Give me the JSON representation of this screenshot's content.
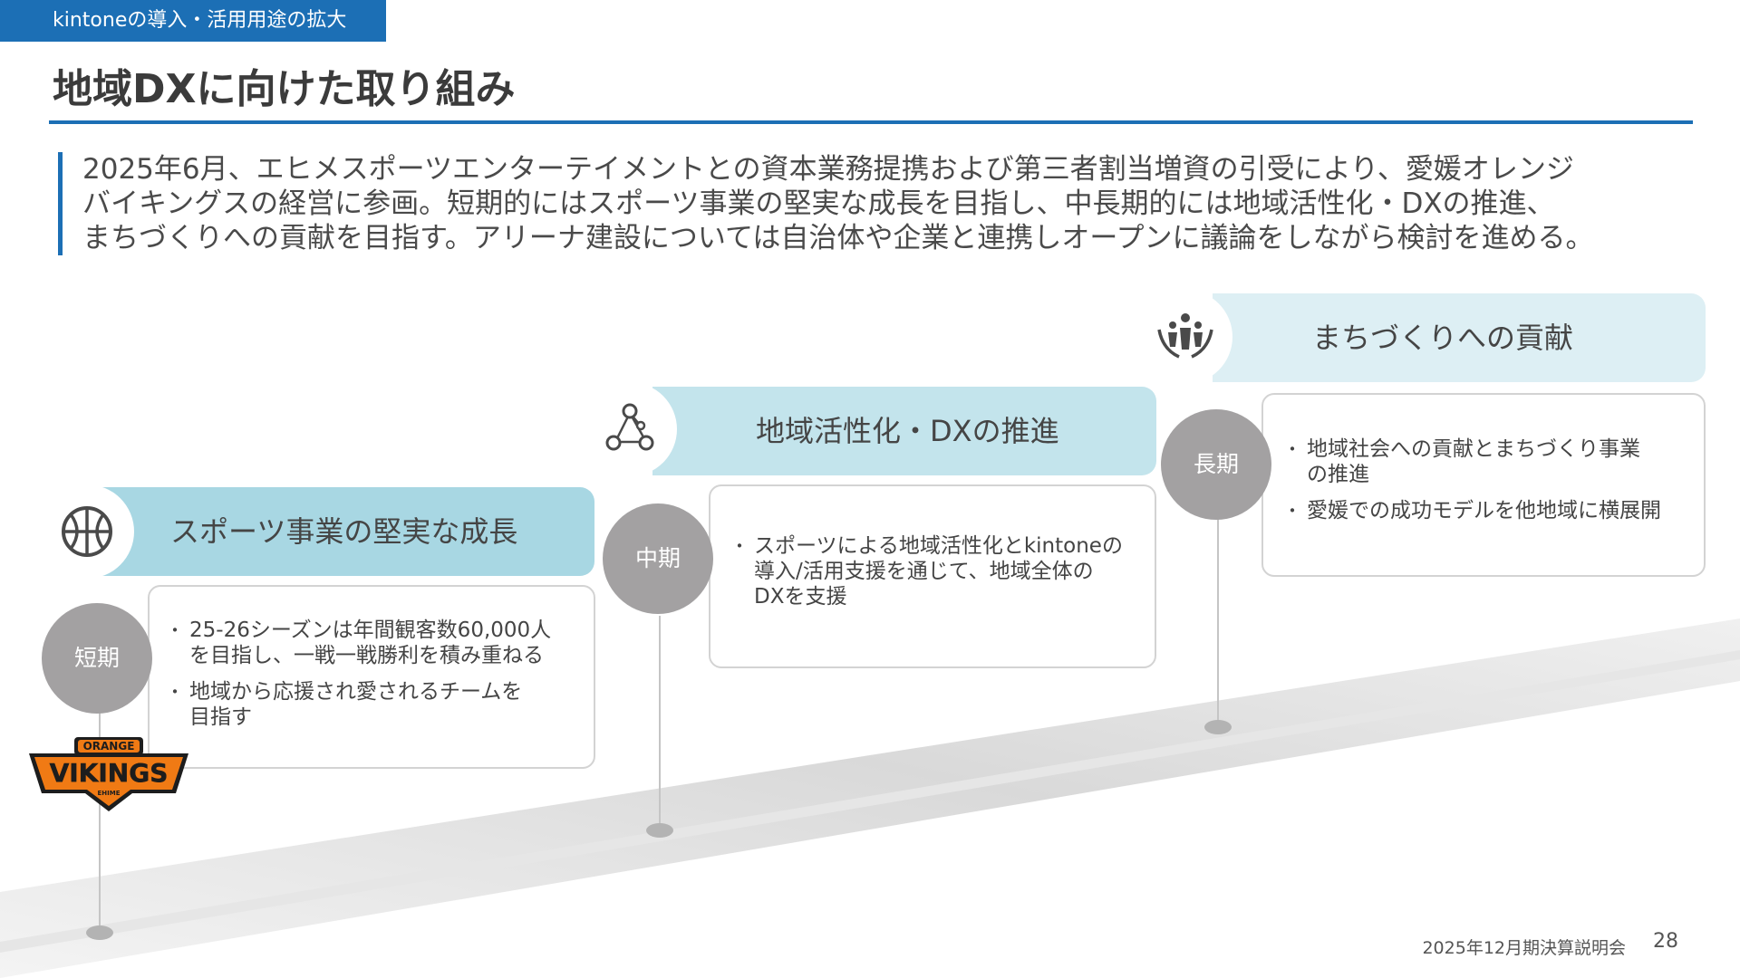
{
  "header": {
    "section_tag": "kintoneの導入・活用用途の拡大",
    "title": "地域DXに向けた取り組み"
  },
  "lead": {
    "lines": [
      "2025年6月、エヒメスポーツエンターテイメントとの資本業務提携および第三者割当増資の引受により、愛媛オレンジ",
      "バイキングスの経営に参画。短期的にはスポーツ事業の堅実な成長を目指し、中長期的には地域活性化・DXの推進、",
      "まちづくりへの貢献を目指す。アリーナ建設については自治体や企業と連携しオープンに議論をしながら検討を進める。"
    ]
  },
  "phases": [
    {
      "term": "短期",
      "title": "スポーツ事業の堅実な成長",
      "icon": "basketball-icon",
      "banner_color": "#a8d7e3",
      "bullets": [
        "25-26シーズンは年間観客数60,000人\nを目指し、一戦一戦勝利を積み重ねる",
        "地域から応援され愛されるチームを\n目指す"
      ]
    },
    {
      "term": "中期",
      "title": "地域活性化・DXの推進",
      "icon": "network-icon",
      "banner_color": "#c3e4ec",
      "bullets": [
        "スポーツによる地域活性化とkintoneの\n導入/活用支援を通じて、地域全体の\nDXを支援"
      ]
    },
    {
      "term": "長期",
      "title": "まちづくりへの貢献",
      "icon": "community-icon",
      "banner_color": "#ddeff4",
      "bullets": [
        "地域社会への貢献とまちづくり事業\nの推進",
        "愛媛での成功モデルを他地域に横展開"
      ]
    }
  ],
  "logo": {
    "text_top": "ORANGE",
    "text_main": "VIKINGS",
    "text_bottom": "EHIME"
  },
  "footer": {
    "label": "2025年12月期決算説明会",
    "page": "28"
  },
  "colors": {
    "accent": "#1c6fb5",
    "term_circle": "#a3a1a2",
    "logo_orange": "#f07a14"
  }
}
